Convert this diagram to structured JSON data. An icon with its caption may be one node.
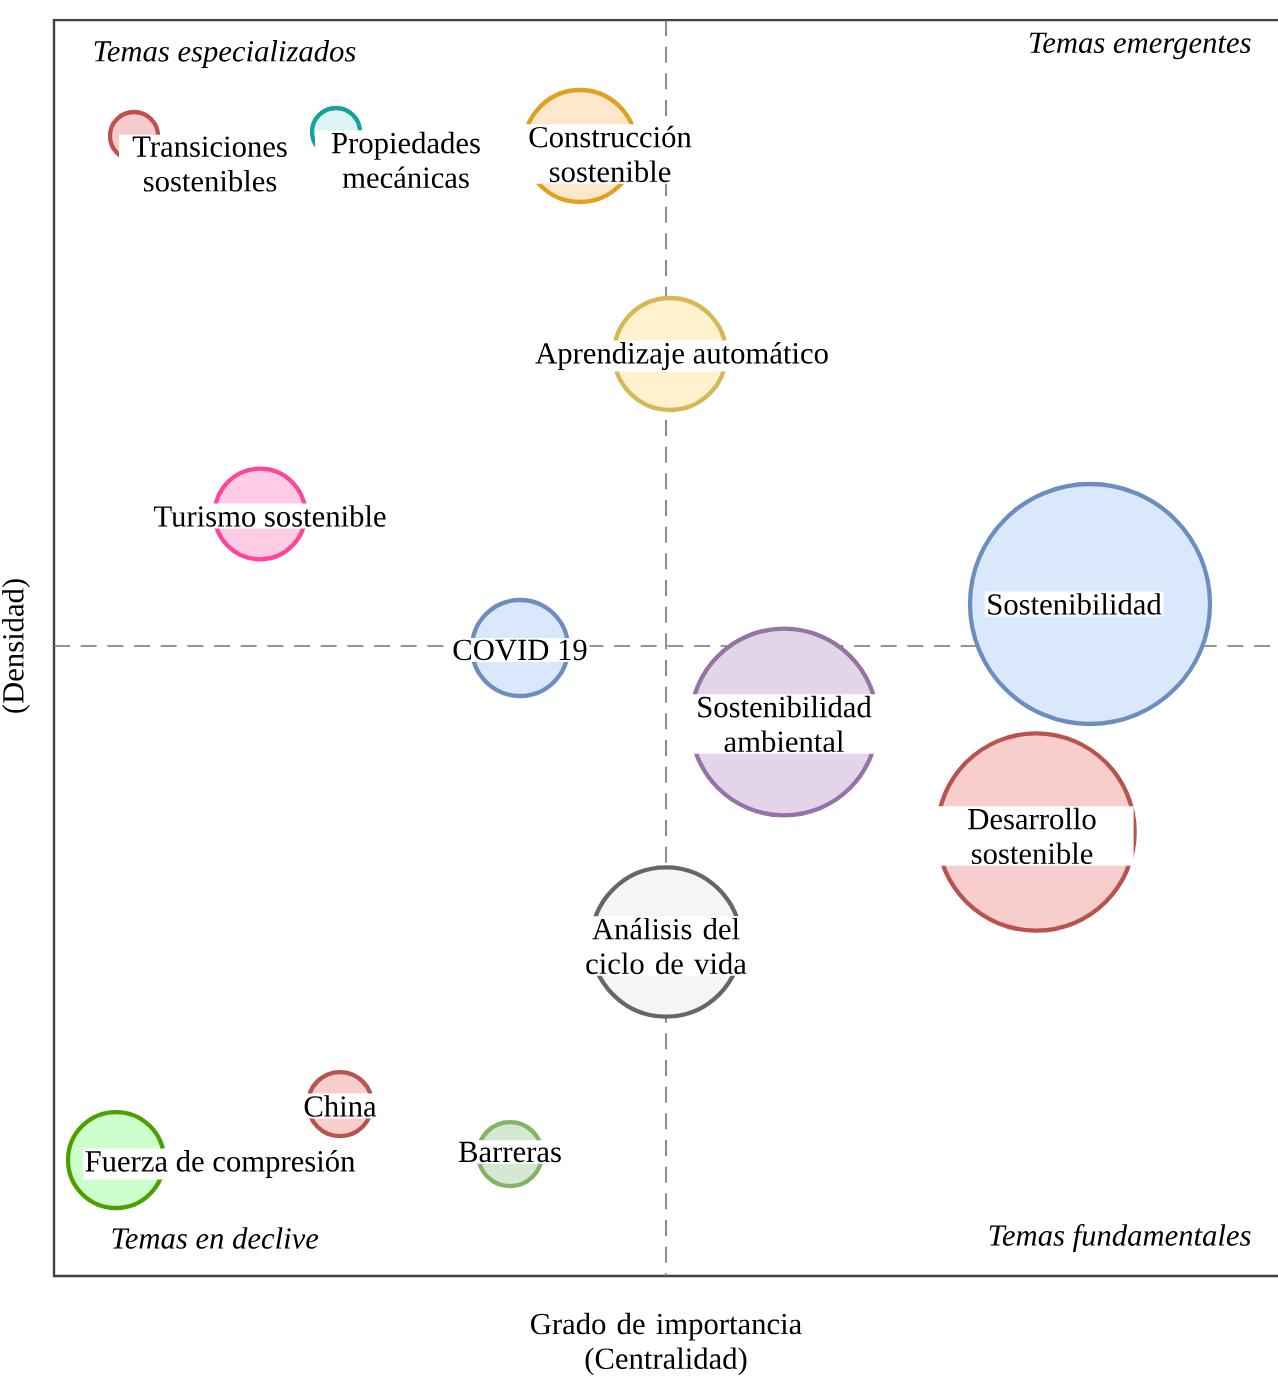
{
  "diagram": {
    "nodes": [
      {
        "text": [
          "Transiciones sostenibles"
        ]
      },
      {
        "text": [
          "Propiedades mecánicas"
        ]
      },
      {
        "text": [
          "Construcción sostenible"
        ]
      },
      {
        "text": [
          "Aprendizaje automático"
        ]
      },
      {
        "text": [
          "Turismo sostenible"
        ]
      },
      {
        "text": [
          "Sostenibilidad"
        ]
      },
      {
        "text": [
          "COVID 19"
        ]
      },
      {
        "text": [
          "Sostenibilidad ambiental"
        ]
      },
      {
        "text": [
          "Desarrollo sostenible"
        ]
      },
      {
        "text": [
          "Análisis del ciclo de vida"
        ]
      },
      {
        "text": [
          "China"
        ]
      },
      {
        "text": [
          "Fuerza de compresión"
        ]
      },
      {
        "text": [
          "Barreras"
        ]
      }
    ],
    "labels": [
      "Temas especializados",
      "Temas emergentes",
      "(Densidad)",
      "Temas en declive",
      "Temas fundamentales",
      "Grado de importancia (Centralidad)"
    ]
  }
}
